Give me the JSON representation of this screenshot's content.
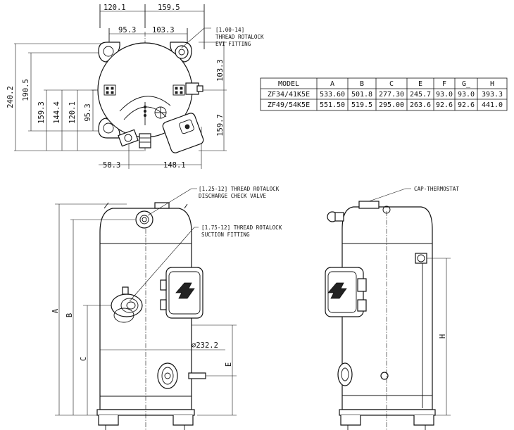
{
  "top_view": {
    "dims": {
      "w120": "120.1",
      "w159": "159.5",
      "w95": "95.3",
      "w103": "103.3",
      "v240": "240.2",
      "v190": "190.5",
      "v159": "159.3",
      "v144": "144.4",
      "v120": "120.1",
      "v95": "95.3",
      "r103": "103.3",
      "r159": "159.7",
      "b58": "58.3",
      "b148": "148.1"
    },
    "evi_note": [
      "[1.00-14]",
      "THREAD ROTALOCK",
      "EVI FITTING"
    ]
  },
  "table": {
    "headers": [
      "MODEL",
      "A",
      "B",
      "C",
      "E",
      "F",
      "G_",
      "H"
    ],
    "rows": [
      [
        "ZF34/41K5E",
        "533.60",
        "501.8",
        "277.30",
        "245.7",
        "93.0",
        "93.0",
        "393.3"
      ],
      [
        "ZF49/54K5E",
        "551.50",
        "519.5",
        "295.00",
        "263.6",
        "92.6",
        "92.6",
        "441.0"
      ]
    ]
  },
  "front_view": {
    "discharge_note": [
      "[1.25-12] THREAD ROTALOCK",
      "DISCHARGE CHECK VALVE"
    ],
    "suction_note": [
      "[1.75-12] THREAD ROTALOCK",
      "SUCTION FITTING"
    ],
    "diameter": "∅232.2",
    "letters": {
      "a": "A",
      "b": "B",
      "c": "C",
      "e": "E"
    }
  },
  "side_view": {
    "cap_note": "CAP-THERMOSTAT",
    "letter_h": "H"
  }
}
